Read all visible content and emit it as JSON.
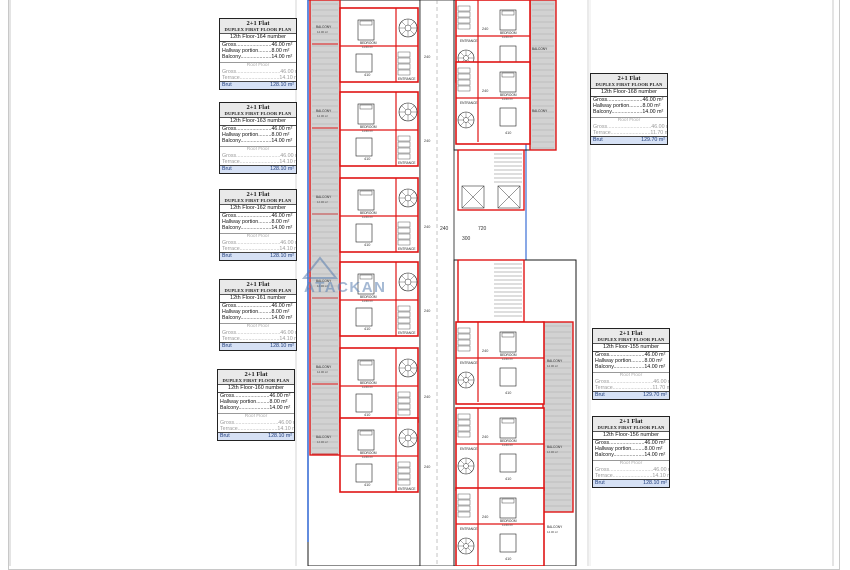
{
  "watermark": "ATACKAN",
  "colors": {
    "wall": "#e01515",
    "outline": "#1a1a1a",
    "balcony": "#b8b8b8",
    "brut_bg": "#d6e1f5",
    "brut_text": "#1d3b7a",
    "watermark": "#5a7fb0"
  },
  "labels": {
    "bedroom": "BEDROOM",
    "entrance": "ENTRANCE",
    "balcony": "BALCONY",
    "bedroom_area": "11.60 m²",
    "entrance_area": "5.30 m²",
    "balcony_area": "14.00 m²",
    "dim_410": "410",
    "dim_240": "240",
    "dim_300": "300",
    "dim_720": "720"
  },
  "cards": [
    {
      "title": "2+1 Flat",
      "subtitle": "DUPLEX FIRST FLOOR PLAN",
      "floor": "12th Floor-164 number",
      "gross": "Gross........................46.00 m²",
      "hallway": "Hallway portion.........8.00 m²",
      "balcony": "Balcony.....................14.00 m²",
      "roof": "Roof Floor",
      "g1": "Gross..............................46.00 m²",
      "g2": "Terrace...........................14.10 m²",
      "brut_label": "Brut",
      "brut_value": "128.10 m²"
    },
    {
      "title": "2+1 Flat",
      "subtitle": "DUPLEX FIRST FLOOR PLAN",
      "floor": "12th Floor-163 number",
      "gross": "Gross........................46.00 m²",
      "hallway": "Hallway portion.........8.00 m²",
      "balcony": "Balcony.....................14.00 m²",
      "roof": "Roof Floor",
      "g1": "Gross..............................46.00 m²",
      "g2": "Terrace...........................14.10 m²",
      "brut_label": "Brut",
      "brut_value": "128.10 m²"
    },
    {
      "title": "2+1 Flat",
      "subtitle": "DUPLEX FIRST FLOOR PLAN",
      "floor": "12th Floor-162 number",
      "gross": "Gross........................46.00 m²",
      "hallway": "Hallway portion.........8.00 m²",
      "balcony": "Balcony.....................14.00 m²",
      "roof": "Roof Floor",
      "g1": "Gross..............................46.00 m²",
      "g2": "Terrace...........................14.10 m²",
      "brut_label": "Brut",
      "brut_value": "128.10 m²"
    },
    {
      "title": "2+1 Flat",
      "subtitle": "DUPLEX FIRST FLOOR PLAN",
      "floor": "12th Floor-161 number",
      "gross": "Gross........................46.00 m²",
      "hallway": "Hallway portion.........8.00 m²",
      "balcony": "Balcony.....................14.00 m²",
      "roof": "Roof Floor",
      "g1": "Gross..............................46.00 m²",
      "g2": "Terrace...........................14.10 m²",
      "brut_label": "Brut",
      "brut_value": "128.10 m²"
    },
    {
      "title": "2+1 Flat",
      "subtitle": "DUPLEX FIRST FLOOR PLAN",
      "floor": "12th Floor-160 number",
      "gross": "Gross........................46.00 m²",
      "hallway": "Hallway portion.........8.00 m²",
      "balcony": "Balcony.....................14.00 m²",
      "roof": "Roof Floor",
      "g1": "Gross..............................46.00 m²",
      "g2": "Terrace...........................14.10 m²",
      "brut_label": "Brut",
      "brut_value": "128.10 m²"
    },
    {
      "title": "2+1 Flat",
      "subtitle": "DUPLEX FIRST FLOOR PLAN",
      "floor": "12th Floor-168 number",
      "gross": "Gross........................46.00 m²",
      "hallway": "Hallway portion.........8.00 m²",
      "balcony": "Balcony.....................14.00 m²",
      "roof": "Roof Floor",
      "g1": "Gross..............................46.00 m²",
      "g2": "Terrace...........................11.70 m²",
      "brut_label": "Brut",
      "brut_value": "129.70 m²"
    },
    {
      "title": "2+1 Flat",
      "subtitle": "DUPLEX FIRST FLOOR PLAN",
      "floor": "12th Floor-155 number",
      "gross": "Gross........................46.00 m²",
      "hallway": "Hallway portion.........8.00 m²",
      "balcony": "Balcony.....................14.00 m²",
      "roof": "Roof Floor",
      "g1": "Gross..............................46.00 m²",
      "g2": "Terrace...........................11.70 m²",
      "brut_label": "Brut",
      "brut_value": "129.70 m²"
    },
    {
      "title": "2+1 Flat",
      "subtitle": "DUPLEX FIRST FLOOR PLAN",
      "floor": "12th Floor-156 number",
      "gross": "Gross........................46.00 m²",
      "hallway": "Hallway portion.........8.00 m²",
      "balcony": "Balcony.....................14.00 m²",
      "roof": "Roof Floor",
      "g1": "Gross..............................46.00 m²",
      "g2": "Terrace...........................14.10 m²",
      "brut_label": "Brut",
      "brut_value": "128.10 m²"
    }
  ]
}
